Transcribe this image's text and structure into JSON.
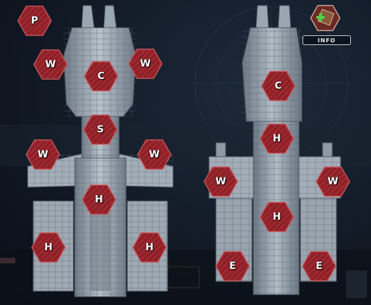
{
  "info_button": {
    "label": "INFO"
  },
  "icons": {
    "info": "cargo-crate-plus-icon",
    "slot": "hexagon-slot-icon"
  },
  "colors": {
    "slot_fill": "#8c1f26",
    "slot_stripe": "#a83038",
    "slot_border": "#c95a5f",
    "hull_light": "#b7c2cc",
    "hull_mid": "#8a97a4",
    "hull_dark": "#5a6672",
    "background": "#121a26"
  },
  "ship_left": {
    "slots": [
      {
        "id": "p1",
        "label": "P"
      },
      {
        "id": "w1",
        "label": "W"
      },
      {
        "id": "c1",
        "label": "C"
      },
      {
        "id": "w2",
        "label": "W"
      },
      {
        "id": "s1",
        "label": "S"
      },
      {
        "id": "w3",
        "label": "W"
      },
      {
        "id": "w4",
        "label": "W"
      },
      {
        "id": "h1",
        "label": "H"
      },
      {
        "id": "h2",
        "label": "H"
      },
      {
        "id": "h3",
        "label": "H"
      }
    ]
  },
  "ship_right": {
    "slots": [
      {
        "id": "c2",
        "label": "C"
      },
      {
        "id": "h4",
        "label": "H"
      },
      {
        "id": "w5",
        "label": "W"
      },
      {
        "id": "w6",
        "label": "W"
      },
      {
        "id": "h5",
        "label": "H"
      },
      {
        "id": "e1",
        "label": "E"
      },
      {
        "id": "e2",
        "label": "E"
      }
    ]
  }
}
